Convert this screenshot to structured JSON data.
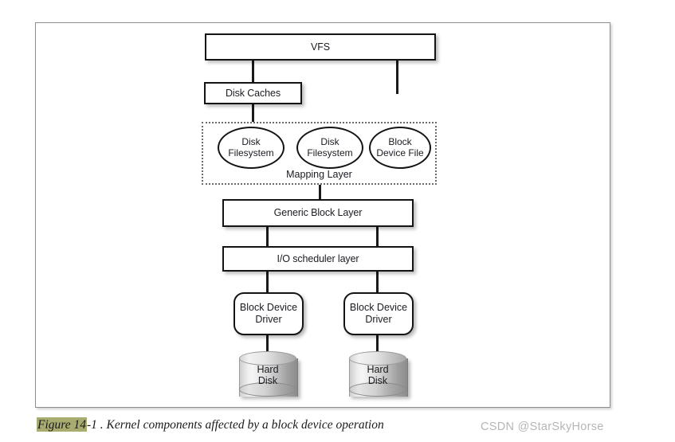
{
  "figure": {
    "caption_prefix": "Figure 14",
    "caption_rest": "-1 . Kernel components affected by a block device operation",
    "watermark": "CSDN @StarSkyHorse",
    "highlight_color": "#a9ac70",
    "frame_color": "#8d8d8d",
    "stroke_color": "#141414",
    "text_color": "#1b1b22"
  },
  "nodes": {
    "vfs": "VFS",
    "disk_caches": "Disk Caches",
    "mapping_layer_label": "Mapping Layer",
    "disk_filesystem_1": "Disk\nFilesystem",
    "disk_filesystem_2": "Disk\nFilesystem",
    "block_device_file": "Block\nDevice File",
    "generic_block_layer": "Generic Block Layer",
    "io_scheduler_layer": "I/O scheduler layer",
    "block_device_driver_1": "Block Device\nDriver",
    "block_device_driver_2": "Block Device\nDriver",
    "hard_disk_1": "Hard\nDisk",
    "hard_disk_2": "Hard\nDisk"
  },
  "diagram_flow": {
    "type": "layered-block-diagram",
    "layers": [
      "VFS",
      "Disk Caches",
      "Mapping Layer",
      "Generic Block Layer",
      "I/O scheduler layer",
      "Block Device Driver",
      "Hard Disk"
    ],
    "edges": [
      "VFS -> Disk Caches",
      "VFS -> Block Device File",
      "Disk Caches -> Disk Filesystem",
      "Mapping Layer -> Generic Block Layer",
      "Generic Block Layer -> I/O scheduler layer",
      "I/O scheduler layer -> Block Device Driver (x2)",
      "Block Device Driver -> Hard Disk (x2)"
    ]
  }
}
